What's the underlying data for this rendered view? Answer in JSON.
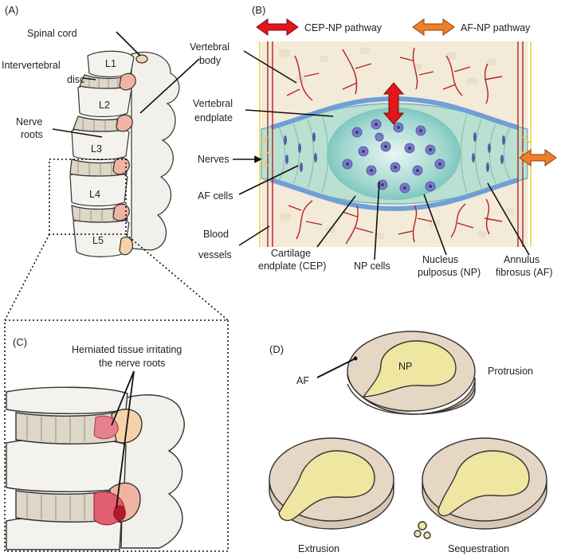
{
  "panels": {
    "a": {
      "letter": "(A)",
      "spinal_cord": "Spinal cord",
      "disc_line1": "Intervertebral",
      "disc_line2": "disc",
      "nerve_line1": "Nerve",
      "nerve_line2": "roots",
      "vertebrae": [
        "L1",
        "L2",
        "L3",
        "L4",
        "L5"
      ]
    },
    "b": {
      "letter": "(B)",
      "legend": [
        {
          "label": "CEP-NP pathway",
          "color": "#e3161b"
        },
        {
          "label": "AF-NP pathway",
          "color": "#f07f2a"
        }
      ],
      "vertebral_body_1": "Vertebral",
      "vertebral_body_2": "body",
      "endplate_1": "Vertebral",
      "endplate_2": "endplate",
      "nerves": "Nerves",
      "af_cells": "AF cells",
      "blood_1": "Blood",
      "blood_2": "vessels",
      "cep_1": "Cartilage",
      "cep_2": "endplate (CEP)",
      "np_cells": "NP cells",
      "nucleus_1": "Nucleus",
      "nucleus_2": "pulposus (NP)",
      "annulus_1": "Annulus",
      "annulus_2": "fibrosus (AF)"
    },
    "c": {
      "letter": "(C)",
      "caption_1": "Herniated tissue irritating",
      "caption_2": "the nerve roots"
    },
    "d": {
      "letter": "(D)",
      "af": "AF",
      "np": "NP",
      "protrusion": "Protrusion",
      "extrusion": "Extrusion",
      "sequestration": "Sequestration"
    }
  },
  "colors": {
    "bone": "#f3ead8",
    "disc_af": "#b9e0d0",
    "np": "#6fc0b8",
    "vessel": "#b2232b",
    "nerve": "#f2d23c",
    "cell": "#5a5aa8",
    "disc_tan": "#e6d6c4",
    "np_yellow": "#efe6a2"
  }
}
